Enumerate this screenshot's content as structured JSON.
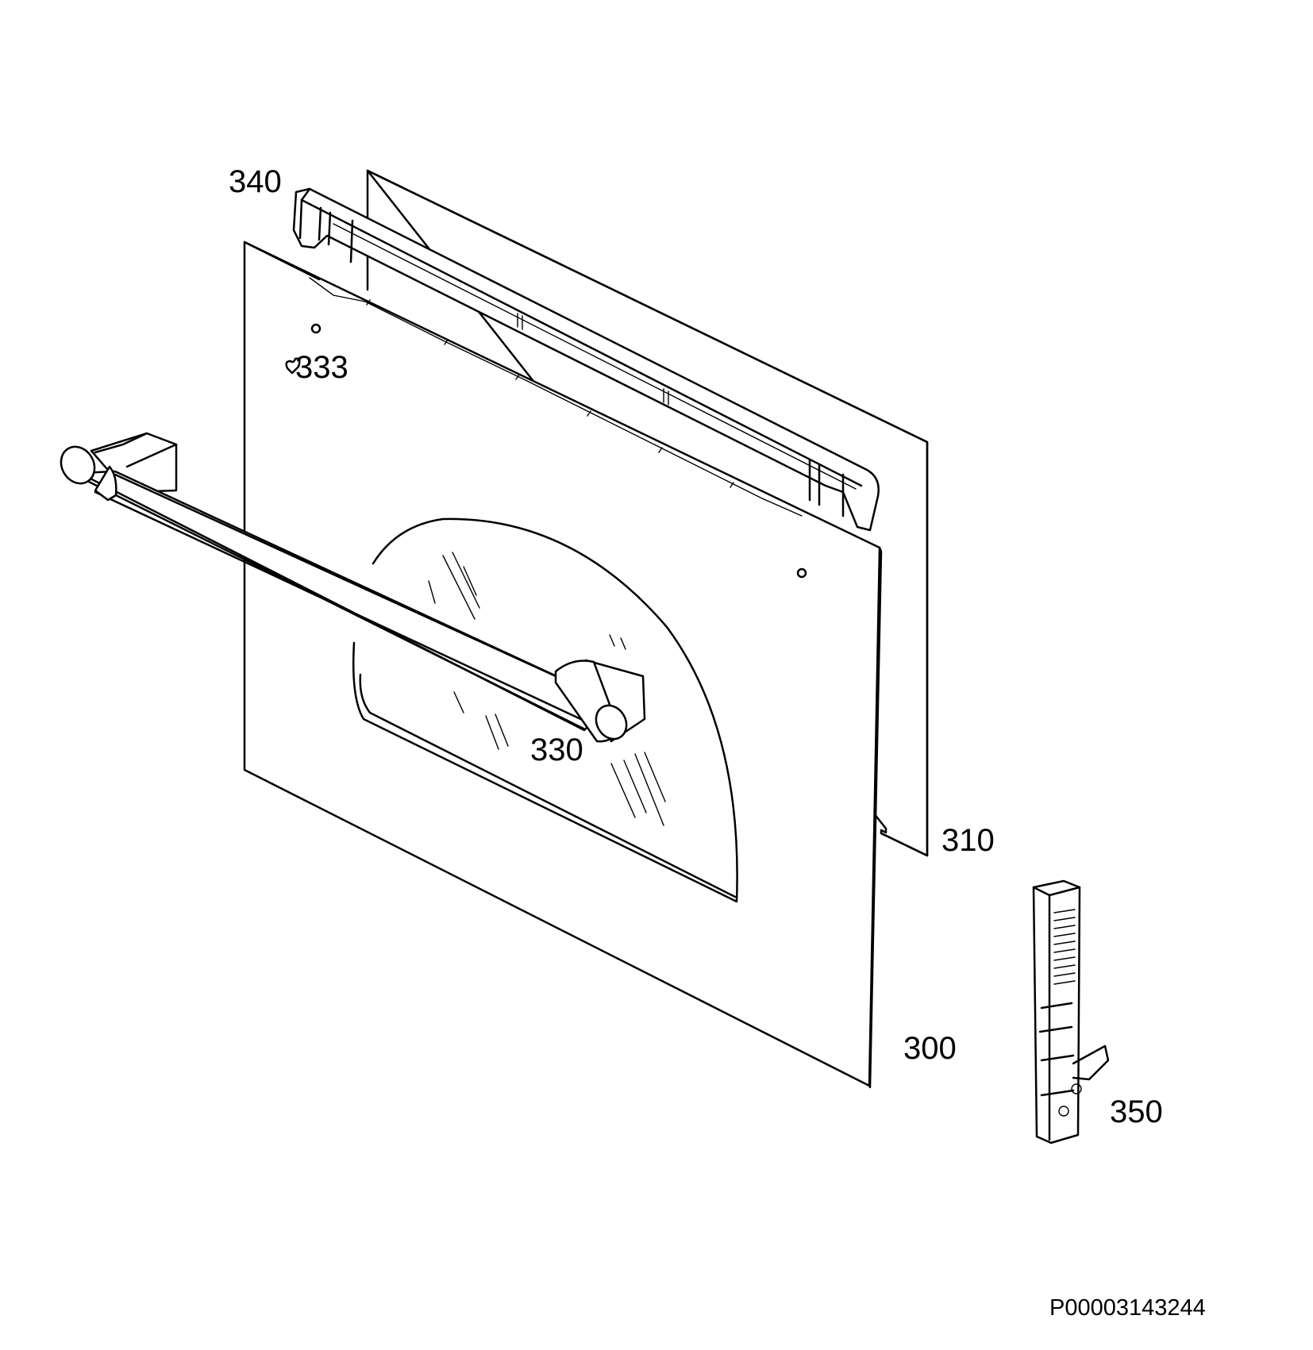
{
  "labels": {
    "p340": "340",
    "p333": "333",
    "p330": "330",
    "p310": "310",
    "p300": "300",
    "p350": "350"
  },
  "reference": "P00003143244"
}
